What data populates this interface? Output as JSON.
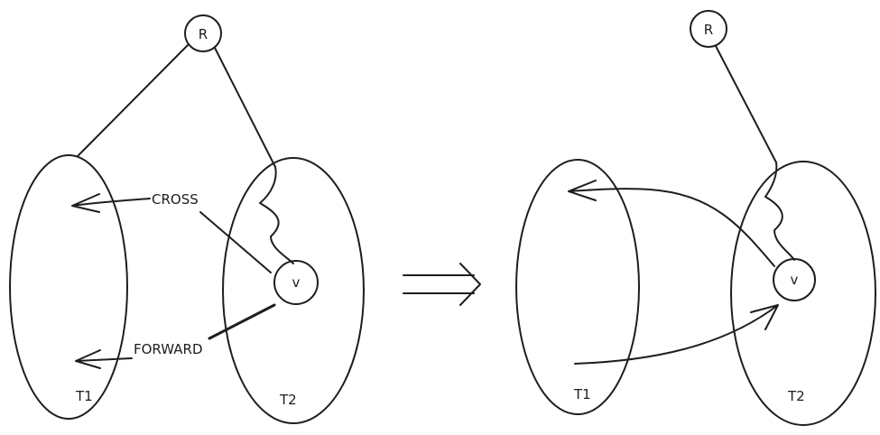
{
  "left": {
    "root_label": "R",
    "t1_label": "T1",
    "t2_label": "T2",
    "v_label": "v",
    "cross_label": "CROSS",
    "forward_label": "FORWARD"
  },
  "right": {
    "root_label": "R",
    "t1_label": "T1",
    "t2_label": "T2",
    "v_label": "v"
  },
  "transform_arrow": "⟹"
}
